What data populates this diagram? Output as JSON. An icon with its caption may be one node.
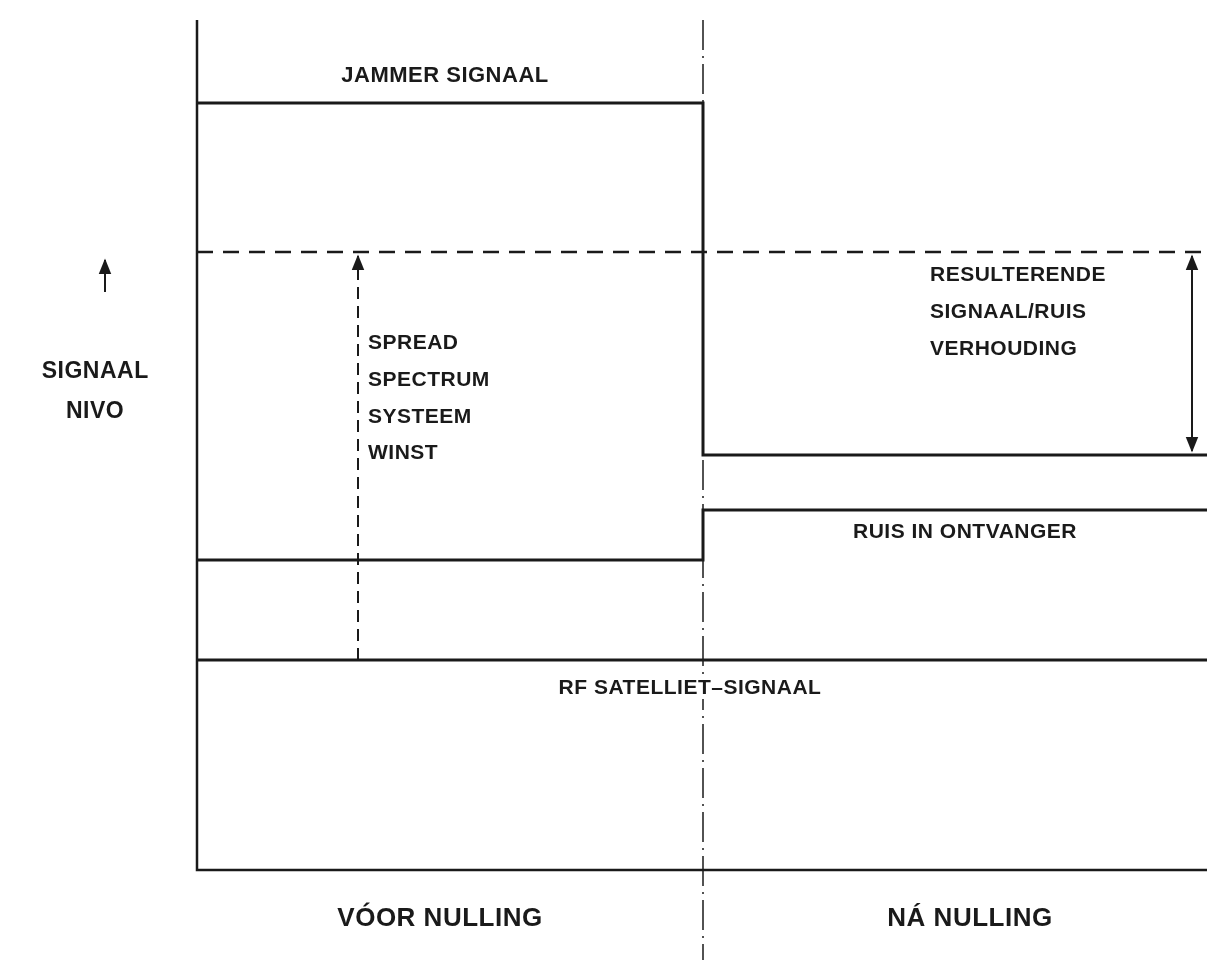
{
  "diagram": {
    "labels": [
      "JAMMER SIGNAAL",
      "SIGNAAL NIVO",
      "SPREAD SPECTRUM SYSTEEM WINST",
      "RESULTERENDE SIGNAAL/RUIS VERHOUDING",
      "RUIS IN ONTVANGER",
      "RF SATELLIET–SIGNAAL",
      "VÓOR NULLING",
      "NÁ NULLING"
    ]
  }
}
